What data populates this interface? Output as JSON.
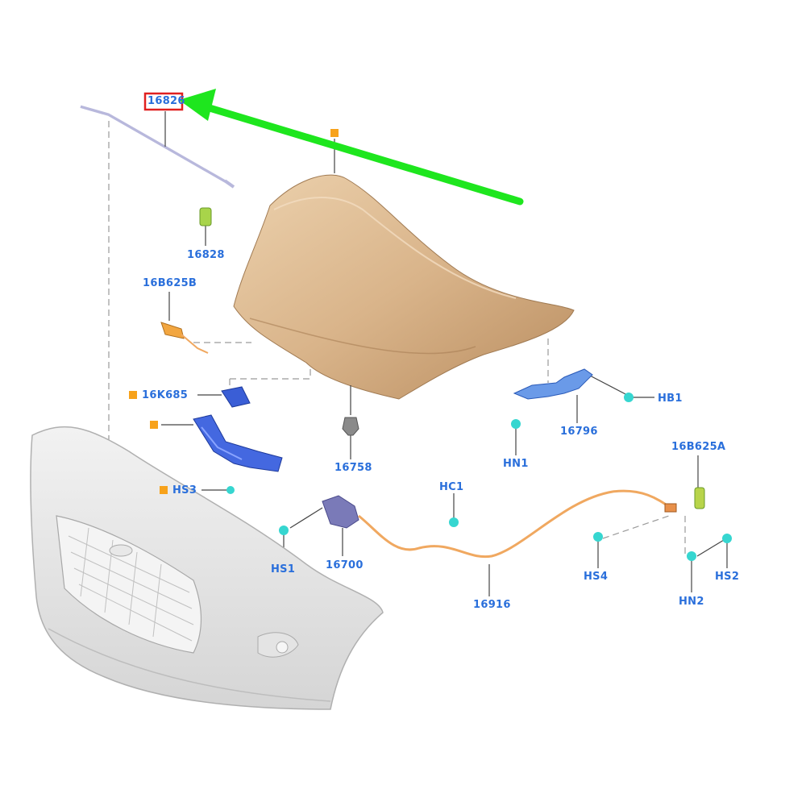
{
  "labels": {
    "top_callout": "16826",
    "part_16828": "16828",
    "part_16B625B": "16B625B",
    "part_16K685": "16K685",
    "part_HS3": "HS3",
    "part_16758": "16758",
    "part_16796": "16796",
    "part_HB1": "HB1",
    "part_HN1": "HN1",
    "part_16B625A": "16B625A",
    "part_HC1": "HC1",
    "part_HS1": "HS1",
    "part_16700": "16700",
    "part_16916": "16916",
    "part_HS4": "HS4",
    "part_HN2": "HN2",
    "part_HS2": "HS2"
  },
  "colors": {
    "label_blue": "#2a6fdb",
    "marker_orange": "#f7a21b",
    "arrow_green": "#1ee61e",
    "callout_red": "#e02020",
    "hood_tan": "#d9b48a",
    "bracket_blue": "#3a5ed6",
    "clip_cyan": "#36d6d0",
    "cable_orange": "#f0a860",
    "bumper_gray": "#e6e6e6"
  }
}
